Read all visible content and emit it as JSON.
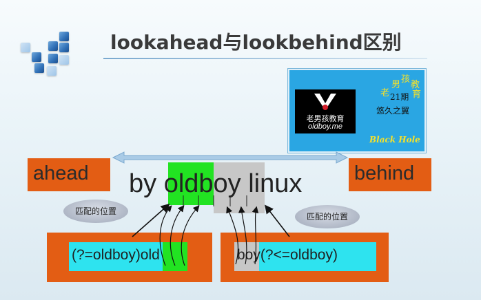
{
  "title": "lookahead与lookbehind区别",
  "labels": {
    "ahead": "ahead",
    "behind": "behind"
  },
  "main_text": "by oldboy linux",
  "bubbles": {
    "left": "匹配的位置",
    "right": "匹配的位置"
  },
  "regex": {
    "lookahead": "(?=oldboy)old",
    "lookbehind": "boy(?<=oldboy)"
  },
  "logo": {
    "brand_cn": "老男孩教育",
    "brand_en": "oldboy.me",
    "chars": [
      "老",
      "男",
      "孩",
      "教",
      "育"
    ],
    "class_label": "21期",
    "slogan": "悠久之翼",
    "tag": "Black Hole"
  },
  "colors": {
    "orange": "#e35d14",
    "green": "#22e322",
    "gray": "#c7c7c7",
    "cyan": "#2ee3ef",
    "logo_blue": "#2aa6e3",
    "logo_yellow": "#f5e12a"
  }
}
